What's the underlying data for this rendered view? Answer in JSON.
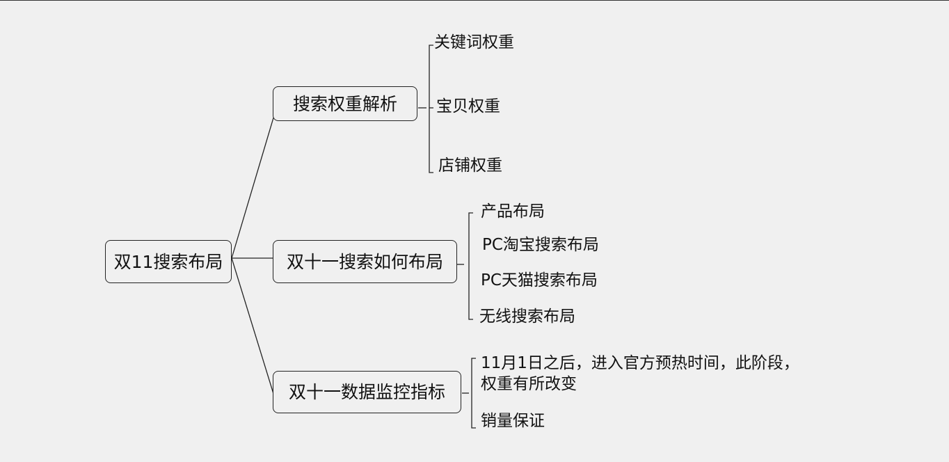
{
  "root": {
    "label": "双11搜索布局"
  },
  "branches": [
    {
      "label": "搜索权重解析",
      "children": [
        "关键词权重",
        "宝贝权重",
        "店铺权重"
      ]
    },
    {
      "label": "双十一搜索如何布局",
      "children": [
        "产品布局",
        "PC淘宝搜索布局",
        "PC天猫搜索布局",
        "无线搜索布局"
      ]
    },
    {
      "label": "双十一数据监控指标",
      "children": [
        {
          "line1": "11月1日之后，进入官方预热时间，此阶段，",
          "line2": "权重有所改变"
        },
        "销量保证"
      ]
    }
  ]
}
